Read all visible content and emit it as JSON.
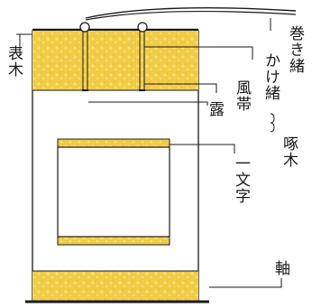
{
  "labels": {
    "hyomoku": "表木",
    "maki_o": "巻き緒",
    "kake_o": "かけ緒",
    "fuutai": "風帯",
    "tsuyu": "露",
    "takuboku": "啄木",
    "ichimonji": "一文字",
    "jiku": "軸"
  },
  "colors": {
    "ink": "#1a1a1a",
    "brocade": "#f1cc47",
    "brocade_speck": "#f8e07a",
    "paper": "#ffffff"
  }
}
